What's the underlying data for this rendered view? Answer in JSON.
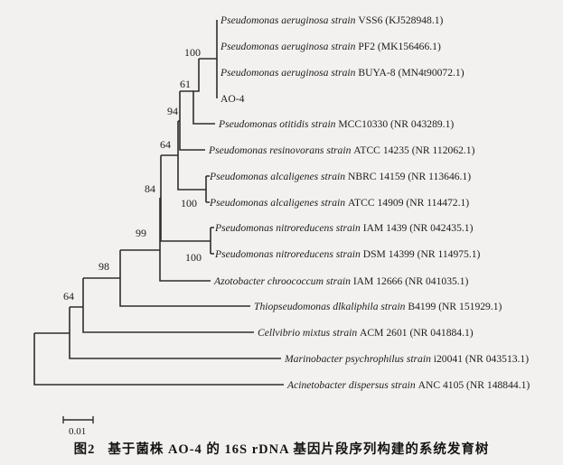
{
  "figure": {
    "caption_fig_label": "图2",
    "caption_text": "基于菌株 AO-4 的 16S rDNA 基因片段序列构建的系统发育树"
  },
  "scale_bar": {
    "label": "0.01"
  },
  "colors": {
    "ink": "#2e2e2e",
    "background": "#f2f1ef"
  },
  "tree": {
    "leaves": [
      {
        "italic": "Pseudomonas aeruginosa strain ",
        "regular": "VSS6 (KJ528948.1)"
      },
      {
        "italic": "Pseudomonas aeruginosa strain ",
        "regular": "PF2 (MK156466.1)"
      },
      {
        "italic": "Pseudomonas aeruginosa strain ",
        "regular": "BUYA-8 (MN4t90072.1)"
      },
      {
        "italic": "",
        "regular": "AO-4"
      },
      {
        "italic": "Pseudomonas otitidis strain ",
        "regular": "MCC10330 (NR 043289.1)"
      },
      {
        "italic": "Pseudomonas resinovorans strain ",
        "regular": "ATCC 14235 (NR 112062.1)"
      },
      {
        "italic": "Pseudomonas alcaligenes strain ",
        "regular": "NBRC 14159 (NR 113646.1)"
      },
      {
        "italic": "Pseudomonas alcaligenes strain ",
        "regular": "ATCC 14909 (NR 114472.1)"
      },
      {
        "italic": "Pseudomonas nitroreducens strain ",
        "regular": "IAM 1439 (NR 042435.1)"
      },
      {
        "italic": "Pseudomonas nitroreducens strain ",
        "regular": "DSM 14399 (NR 114975.1)"
      },
      {
        "italic": "Azotobacter chroococcum strain ",
        "regular": "IAM 12666 (NR 041035.1)"
      },
      {
        "italic": "Thiopseudomonas dlkaliphila strain ",
        "regular": "B4199 (NR 151929.1)"
      },
      {
        "italic": "Cellvibrio mixtus strain ",
        "regular": "ACM 2601 (NR 041884.1)"
      },
      {
        "italic": "Marinobacter psychrophilus strain ",
        "regular": "i20041 (NR 043513.1)"
      },
      {
        "italic": "Acinetobacter dispersus strain ",
        "regular": "ANC 4105 (NR 148844.1)"
      }
    ],
    "bootstraps": [
      "100",
      "61",
      "94",
      "64",
      "84",
      "100",
      "99",
      "100",
      "98",
      "64"
    ]
  }
}
